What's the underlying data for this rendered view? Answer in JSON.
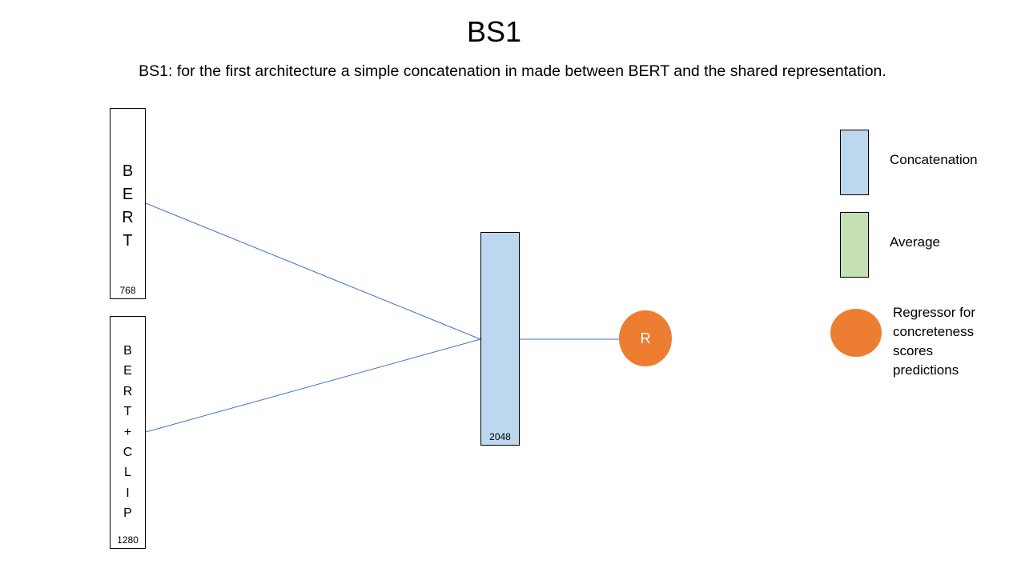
{
  "title": "BS1",
  "description": "BS1: for the first architecture a simple concatenation in made between BERT and the shared representation.",
  "colors": {
    "concatenation": "#bdd7ee",
    "average": "#c5e0b4",
    "regressor": "#ed7d31",
    "connector": "#4472c4",
    "border": "#000000"
  },
  "diagram": {
    "bert_input": {
      "letters": [
        "B",
        "E",
        "R",
        "T"
      ],
      "dimension": "768"
    },
    "bert_clip_input": {
      "letters": [
        "B",
        "E",
        "R",
        "T",
        "+",
        "C",
        "L",
        "I",
        "P"
      ],
      "dimension": "1280"
    },
    "concatenation_layer": {
      "dimension": "2048"
    },
    "regressor": {
      "label": "R"
    }
  },
  "legend": {
    "concatenation": "Concatenation",
    "average": "Average",
    "regressor": "Regressor for\nconcreteness\nscores\npredictions"
  }
}
